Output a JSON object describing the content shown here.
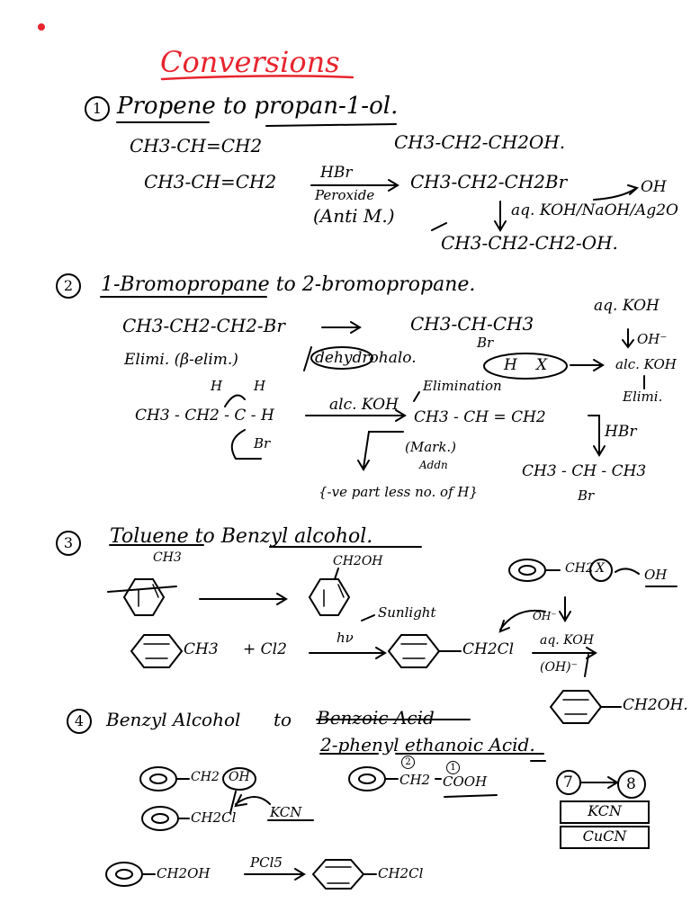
{
  "title": "Conversions",
  "s1": {
    "num": "1",
    "heading": "Propene to propan-1-ol.",
    "start": "CH3-CH=CH2",
    "target": "CH3-CH2-CH2OH.",
    "reactant": "CH3-CH=CH2",
    "reagent": "HBr",
    "condition": "Peroxide",
    "note": "(Anti M.)",
    "intermediate": "CH3-CH2-CH2Br",
    "hydroxide": "OH",
    "reagent2": "aq. KOH/NaOH/Ag2O",
    "product": "CH3-CH2-CH2-OH."
  },
  "s2": {
    "num": "2",
    "heading": "1-Bromopropane to 2-bromopropane.",
    "start": "CH3-CH2-CH2-Br",
    "target": "CH3-CH-CH3",
    "target_br": "Br",
    "aqkoh": "aq. KOH",
    "oh": "OH⁻",
    "elimi": "Elimi. (β-elim.)",
    "dehydro": "dehydrohalo.",
    "hx_h": "H",
    "hx_x": "X",
    "alckoh_note": "alc. KOH",
    "elimi2": "Elimi.",
    "h_left": "H",
    "h_right": "H",
    "chain_left": "CH3 - CH2 - C - H",
    "br_leaving": "Br",
    "reagent": "alc. KOH",
    "elimination": "Elimination",
    "alkene": "CH3 - CH = CH2",
    "hbr": "HBr",
    "mark": "(Mark.)",
    "addn": "Addn",
    "rule": "{-ve part less no. of H}",
    "product": "CH3 - CH - CH3",
    "product_br": "Br"
  },
  "s3": {
    "num": "3",
    "heading": "Toluene to Benzyl alcohol.",
    "ch3": "CH3",
    "ch2oh": "CH2OH",
    "right_ch2": "CH2",
    "right_x": "X",
    "right_oh": "OH",
    "oh_minus": "OH⁻",
    "sunlight": "Sunlight",
    "ch3_b": "CH3",
    "plus_cl2": "+ Cl2",
    "hv": "hν",
    "ch2cl": "CH2Cl",
    "aqkoh": "aq. KOH",
    "ohm": "(OH)⁻",
    "ch2oh_b": "CH2OH."
  },
  "s4": {
    "num": "4",
    "heading_a": "Benzyl Alcohol",
    "heading_to": "to",
    "struck": "Benzoic Acid",
    "heading_b": "2-phenyl ethanoic Acid.",
    "ch2": "CH2",
    "oh": "OH",
    "num2": "2",
    "num1": "1",
    "ch2b": "CH2",
    "cooh": "COOH",
    "seven": "7",
    "eight": "8",
    "kcn_box": "KCN",
    "cucn_box": "CuCN",
    "ch2cl": "CH2Cl",
    "kcn": "KCN",
    "ch2oh": "CH2OH",
    "pcl5": "PCl5",
    "ch2cl_b": "CH2Cl"
  },
  "colors": {
    "accent": "#e8242e",
    "ink": "#000000"
  }
}
